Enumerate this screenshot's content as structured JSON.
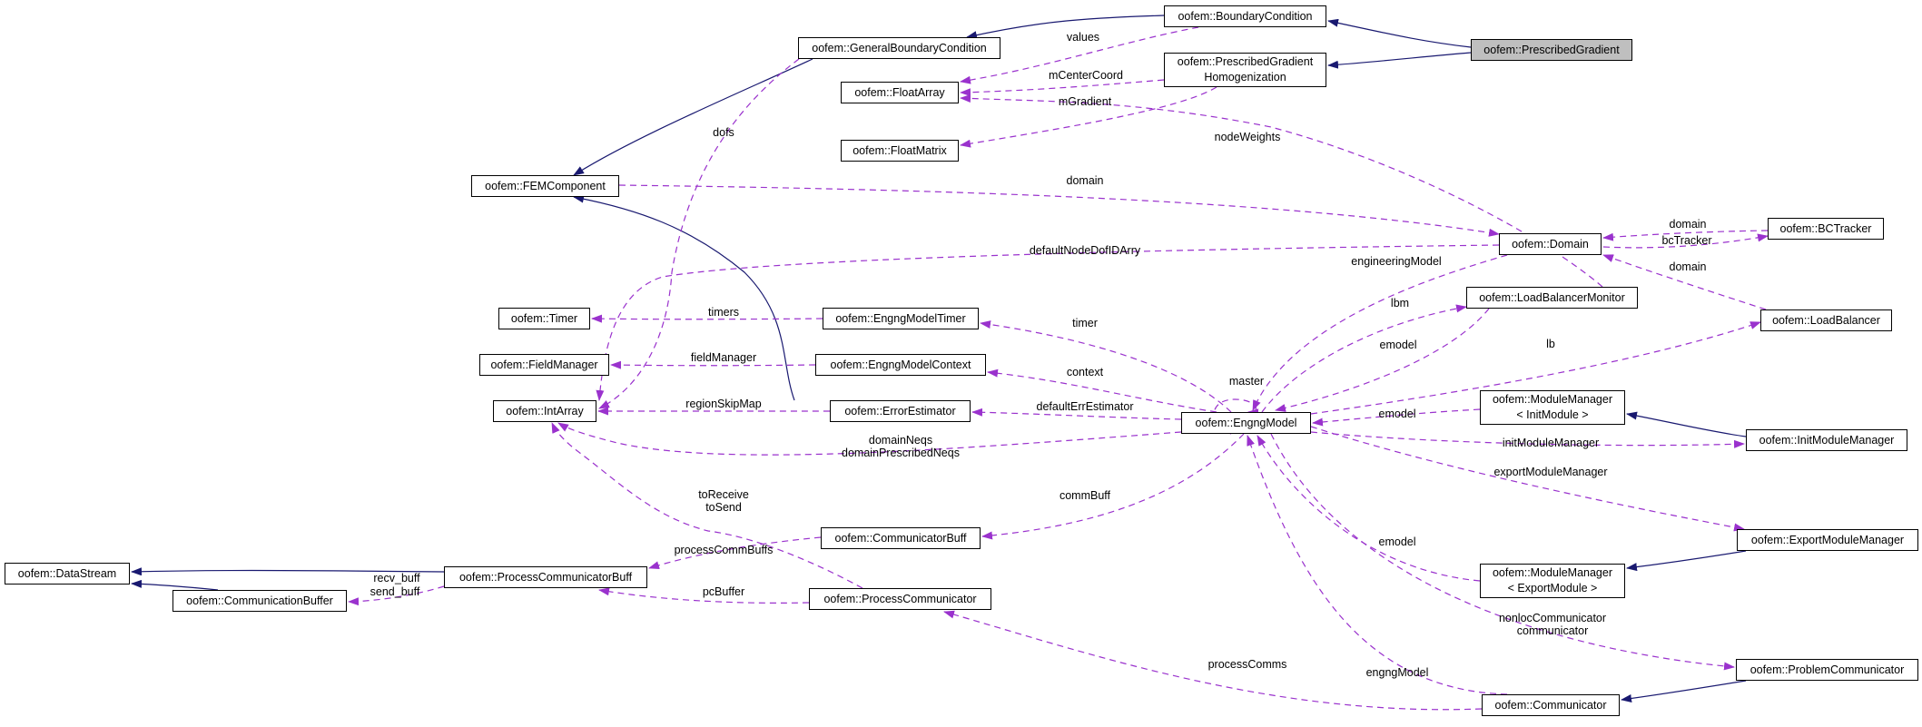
{
  "colors": {
    "inheritance": "#191970",
    "usage": "#9a32cd",
    "highlight_fill": "#bfbfbf"
  },
  "nodes": {
    "boundary_condition": "oofem::BoundaryCondition",
    "prescribed_gradient": "oofem::PrescribedGradient",
    "general_boundary_condition": "oofem::GeneralBoundaryCondition",
    "prescribed_gradient_homogenization": "oofem::PrescribedGradient\nHomogenization",
    "float_array": "oofem::FloatArray",
    "float_matrix": "oofem::FloatMatrix",
    "fem_component": "oofem::FEMComponent",
    "domain": "oofem::Domain",
    "bc_tracker": "oofem::BCTracker",
    "load_balancer": "oofem::LoadBalancer",
    "load_balancer_monitor": "oofem::LoadBalancerMonitor",
    "timer": "oofem::Timer",
    "engng_model_timer": "oofem::EngngModelTimer",
    "field_manager": "oofem::FieldManager",
    "engng_model_context": "oofem::EngngModelContext",
    "int_array": "oofem::IntArray",
    "error_estimator": "oofem::ErrorEstimator",
    "engng_model": "oofem::EngngModel",
    "module_manager_init": "oofem::ModuleManager\n< InitModule >",
    "init_module_manager": "oofem::InitModuleManager",
    "communicator_buff": "oofem::CommunicatorBuff",
    "export_module_manager": "oofem::ExportModuleManager",
    "data_stream": "oofem::DataStream",
    "process_communicator_buff": "oofem::ProcessCommunicatorBuff",
    "communication_buffer": "oofem::CommunicationBuffer",
    "process_communicator": "oofem::ProcessCommunicator",
    "module_manager_export": "oofem::ModuleManager\n< ExportModule >",
    "problem_communicator": "oofem::ProblemCommunicator",
    "communicator": "oofem::Communicator"
  },
  "labels": {
    "values": "values",
    "m_center_coord": "mCenterCoord",
    "m_gradient": "mGradient",
    "dofs": "dofs",
    "node_weights": "nodeWeights",
    "domain_fem": "domain",
    "domain_bct": "domain",
    "bc_tracker": "bcTracker",
    "domain_lb": "domain",
    "default_node_dof_id_arry": "defaultNodeDofIDArry",
    "engineering_model": "engineeringModel",
    "lbm": "lbm",
    "timers": "timers",
    "timer": "timer",
    "emodel_lbm": "emodel",
    "lb": "lb",
    "field_manager": "fieldManager",
    "context": "context",
    "master": "master",
    "region_skip_map": "regionSkipMap",
    "default_err_estimator": "defaultErrEstimator",
    "emodel_init": "emodel",
    "domain_neqs": "domainNeqs",
    "domain_prescribed_neqs": "domainPrescribedNeqs",
    "init_module_manager": "initModuleManager",
    "export_module_manager": "exportModuleManager",
    "to_receive": "toReceive",
    "to_send": "toSend",
    "comm_buff": "commBuff",
    "process_comm_buffs": "processCommBuffs",
    "recv_buff": "recv_buff",
    "send_buff": "send_buff",
    "pc_buffer": "pcBuffer",
    "emodel_export": "emodel",
    "nonloc_communicator": "nonlocCommunicator",
    "communicator": "communicator",
    "process_comms": "processComms",
    "engng_model": "engngModel"
  }
}
